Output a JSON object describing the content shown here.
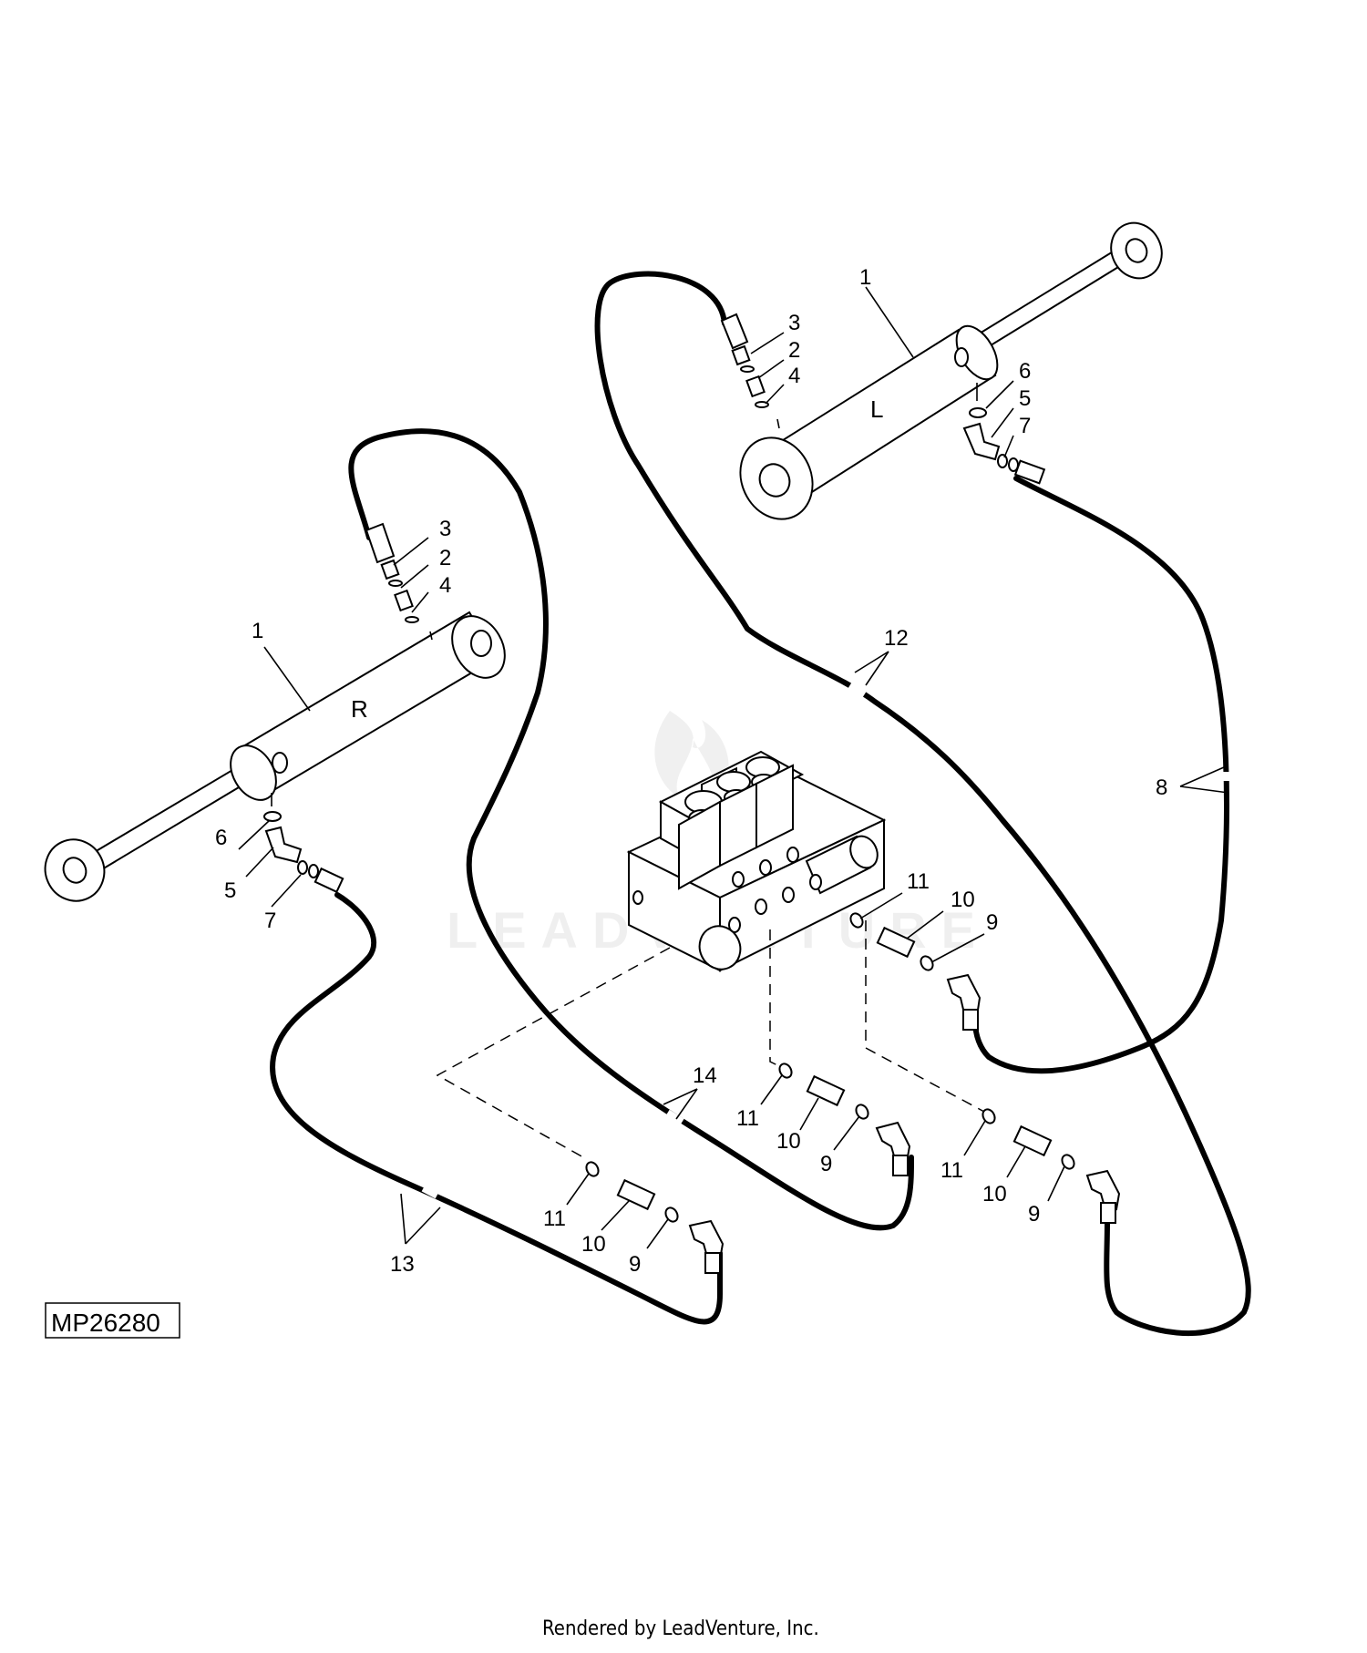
{
  "diagram": {
    "reference_id": "MP26280",
    "footer": "Rendered by LeadVenture, Inc.",
    "side_labels": {
      "left_cylinder": "L",
      "right_cylinder": "R"
    },
    "callouts": {
      "c1_left": "1",
      "c3_left": "3",
      "c2_left": "2",
      "c4_left": "4",
      "c6_left": "6",
      "c5_left": "5",
      "c7_left": "7",
      "c1_right": "1",
      "c3_right": "3",
      "c2_right": "2",
      "c4_right": "4",
      "c6_right": "6",
      "c5_right": "5",
      "c7_right": "7",
      "c12": "12",
      "c8": "8",
      "c13": "13",
      "c14": "14",
      "c11_a": "11",
      "c10_a": "10",
      "c9_a": "9",
      "c11_b": "11",
      "c10_b": "10",
      "c9_b": "9",
      "c11_c": "11",
      "c10_c": "10",
      "c9_c": "9",
      "c11_d": "11",
      "c10_d": "10",
      "c9_d": "9"
    }
  }
}
